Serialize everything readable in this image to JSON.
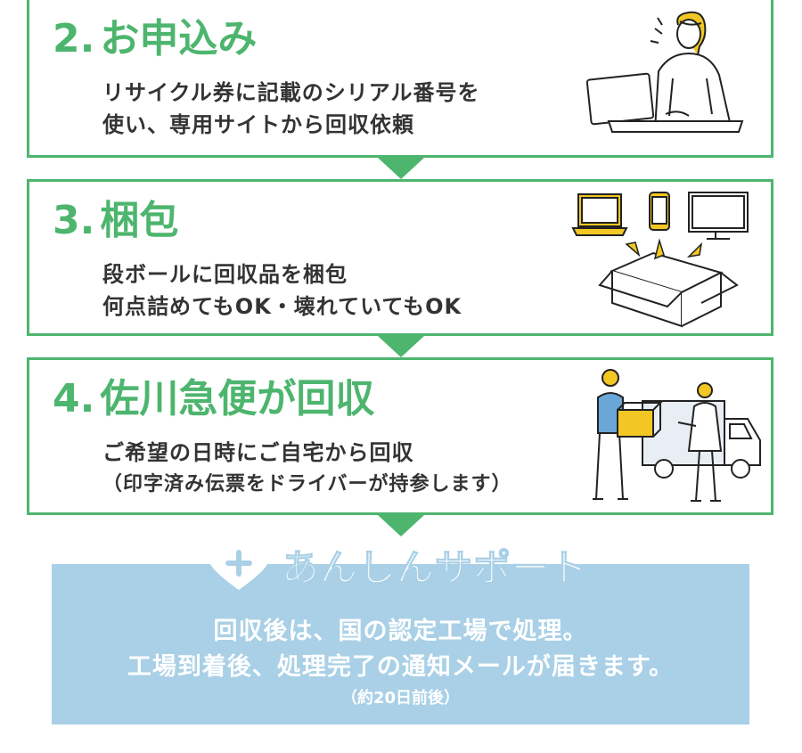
{
  "colors": {
    "green": "#4db56e",
    "support_blue": "#a9d0e6",
    "accent_yellow": "#f2c724"
  },
  "steps": [
    {
      "number": "2.",
      "title": "お申込み",
      "lines": [
        "リサイクル券に記載のシリアル番号を",
        "使い、専用サイトから回収依頼"
      ],
      "illustration": "woman-using-laptop-icon"
    },
    {
      "number": "3.",
      "title": "梱包",
      "lines": [
        "段ボールに回収品を梱包",
        "何点詰めてもOK・壊れていてもOK"
      ],
      "illustration": "devices-into-box-icon"
    },
    {
      "number": "4.",
      "title": "佐川急便が回収",
      "lines": [
        "ご希望の日時にご自宅から回収",
        "（印字済み伝票をドライバーが持参します）"
      ],
      "illustration": "courier-pickup-icon"
    }
  ],
  "support": {
    "icon": "heart-plus-icon",
    "title": "あんしんサポート",
    "lines": [
      "回収後は、国の認定工場で処理。",
      "工場到着後、処理完了の通知メールが届きます。"
    ],
    "note": "（約20日前後）"
  }
}
